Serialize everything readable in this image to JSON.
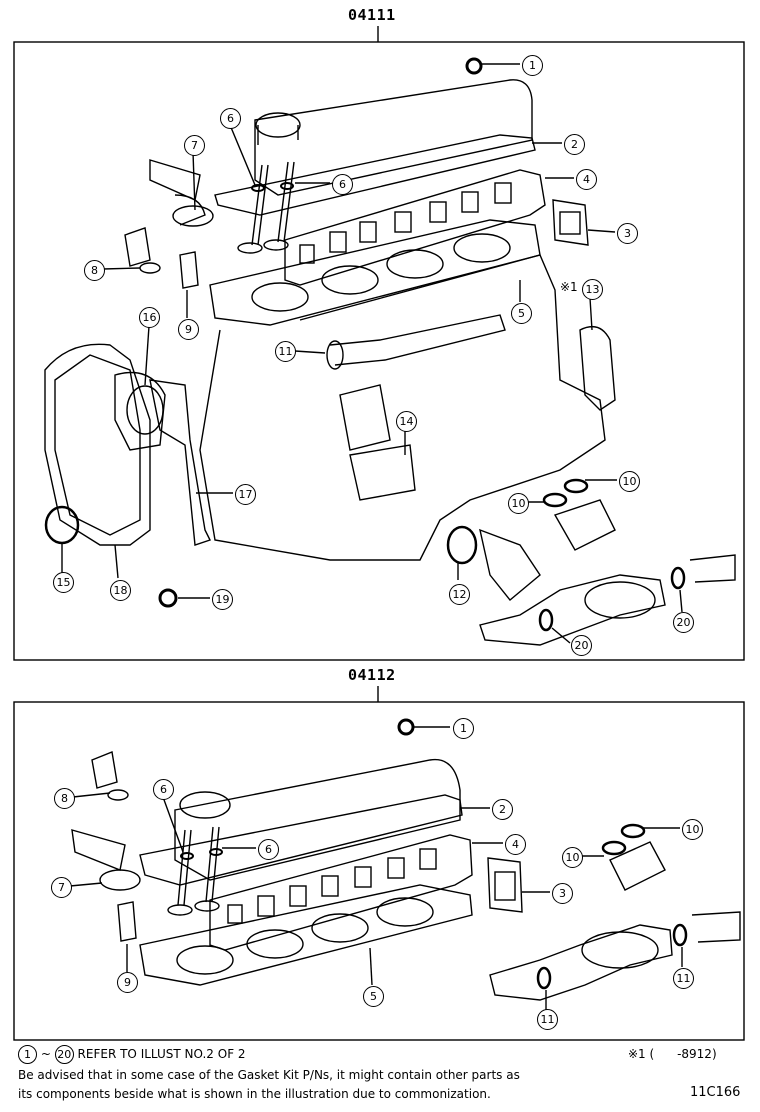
{
  "sections": [
    {
      "code": "04111",
      "callouts": [
        "1",
        "2",
        "3",
        "4",
        "5",
        "6",
        "6",
        "7",
        "8",
        "9",
        "11",
        "13",
        "14",
        "16",
        "17",
        "18",
        "15",
        "19",
        "10",
        "10",
        "12",
        "20",
        "20"
      ]
    },
    {
      "code": "04112",
      "callouts": [
        "1",
        "2",
        "3",
        "4",
        "5",
        "6",
        "6",
        "7",
        "8",
        "9",
        "10",
        "10",
        "11",
        "11"
      ]
    }
  ],
  "note_marker": "※1",
  "footer": {
    "ref_start": "1",
    "ref_end": "20",
    "ref_text": "REFER TO ILLUST NO.2 OF 2",
    "note_right": "※1 (      -8912)",
    "advice_line1": "Be advised that in some case of the Gasket Kit P/Ns,  it might contain other parts as",
    "advice_line2": "its components beside what is shown in the illustration due to commonization.",
    "illustration_no": "11C166"
  }
}
